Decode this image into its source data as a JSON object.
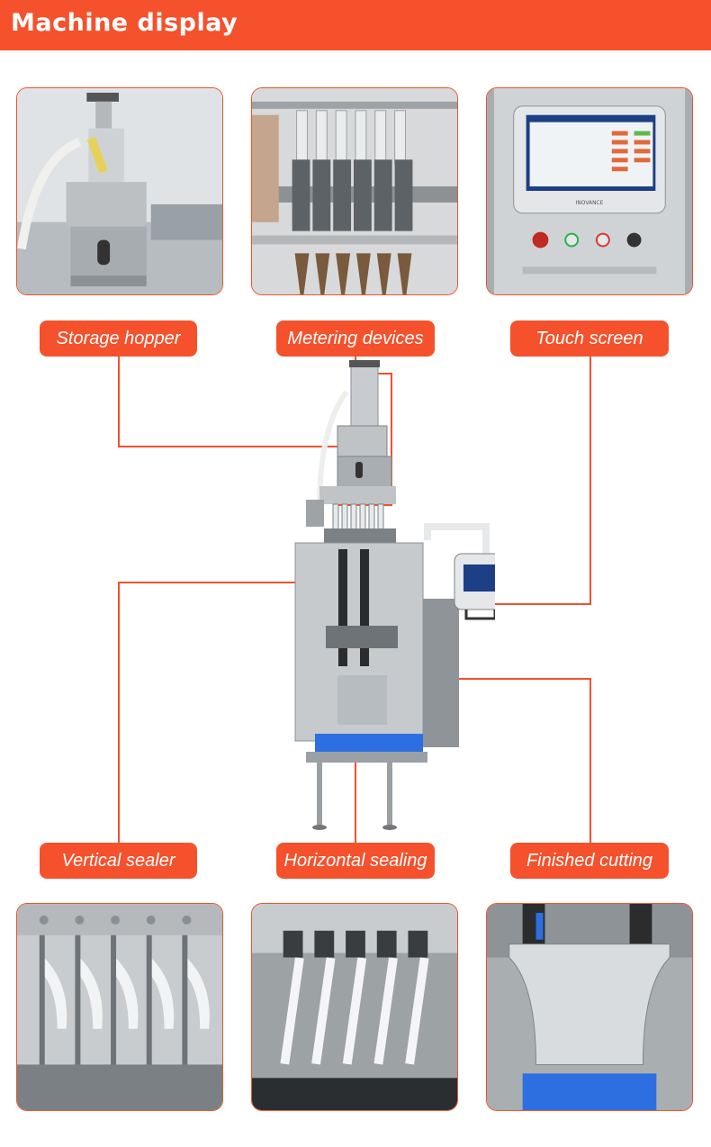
{
  "header": {
    "title": "Machine display"
  },
  "callouts": {
    "storage_hopper": "Storage hopper",
    "metering_devices": "Metering devices",
    "touch_screen": "Touch screen",
    "vertical_sealer": "Vertical sealer",
    "horizontal_sealing": "Horizontal sealing",
    "finished_cutting": "Finished cutting"
  },
  "touch_panel": {
    "brand": "INOVANCE"
  },
  "colors": {
    "accent": "#f4512c",
    "steel": "#c9cdd1",
    "belt": "#2d6fe0"
  },
  "icons": [
    "hopper-icon",
    "metering-icon",
    "touch-screen-icon",
    "sealer-icon",
    "horizontal-sealer-icon",
    "cutter-icon"
  ]
}
